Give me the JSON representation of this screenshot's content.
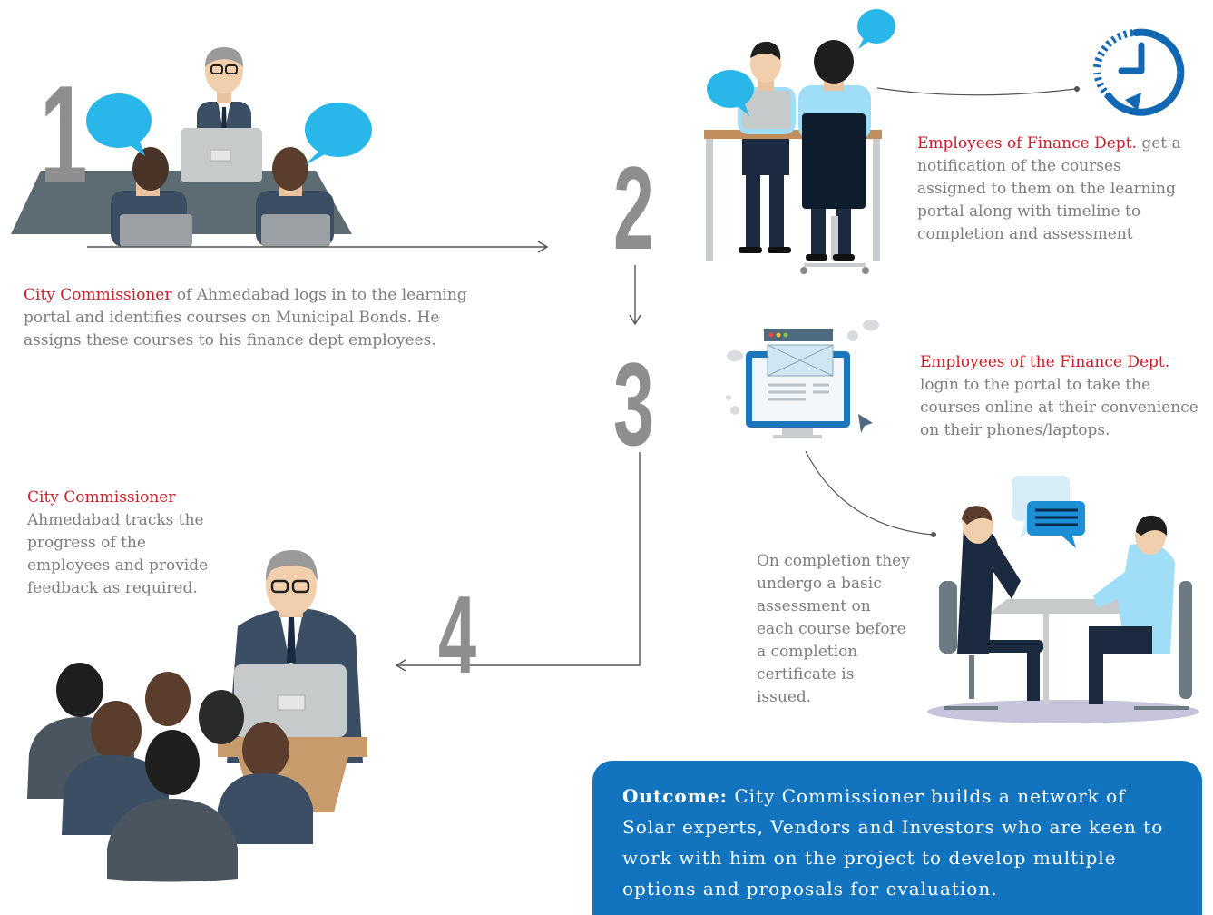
{
  "steps": [
    {
      "number": "1",
      "highlight": "City Commissioner",
      "text": "of Ahmedabad logs in to the learning portal and identifies courses on Municipal Bonds. He assigns these courses to his finance dept employees."
    },
    {
      "number": "2",
      "highlight": "Employees of Finance Dept.",
      "text": "get a notification of the courses assigned to them on the learning portal along with timeline to completion and assessment"
    },
    {
      "number": "3",
      "highlight": "Employees of the Finance Dept.",
      "text": "login to the portal to take  the courses online at their convenience on their phones/laptops."
    },
    {
      "number": "4",
      "highlight": "City Commissioner",
      "text": "Ahmedabad tracks the progress of the employees and provide feedback as required."
    }
  ],
  "assessment_text": "On completion they undergo a basic assessment on each course before a completion certificate is issued.",
  "outcome": {
    "label": "Outcome:",
    "text": "City Commissioner builds a network of Solar experts, Vendors and Investors who are keen to work with him on the project to develop multiple options and proposals for evaluation."
  },
  "colors": {
    "highlight": "#c8202c",
    "body_text": "#7d7d7d",
    "outcome_bg": "#1274bf",
    "speech_bubble": "#29b6e8",
    "number": "#8e8e8e"
  },
  "icons": [
    "meeting-illustration",
    "colleagues-illustration",
    "clock-icon",
    "laptop-portal-illustration",
    "interview-illustration",
    "presenter-audience-illustration"
  ]
}
